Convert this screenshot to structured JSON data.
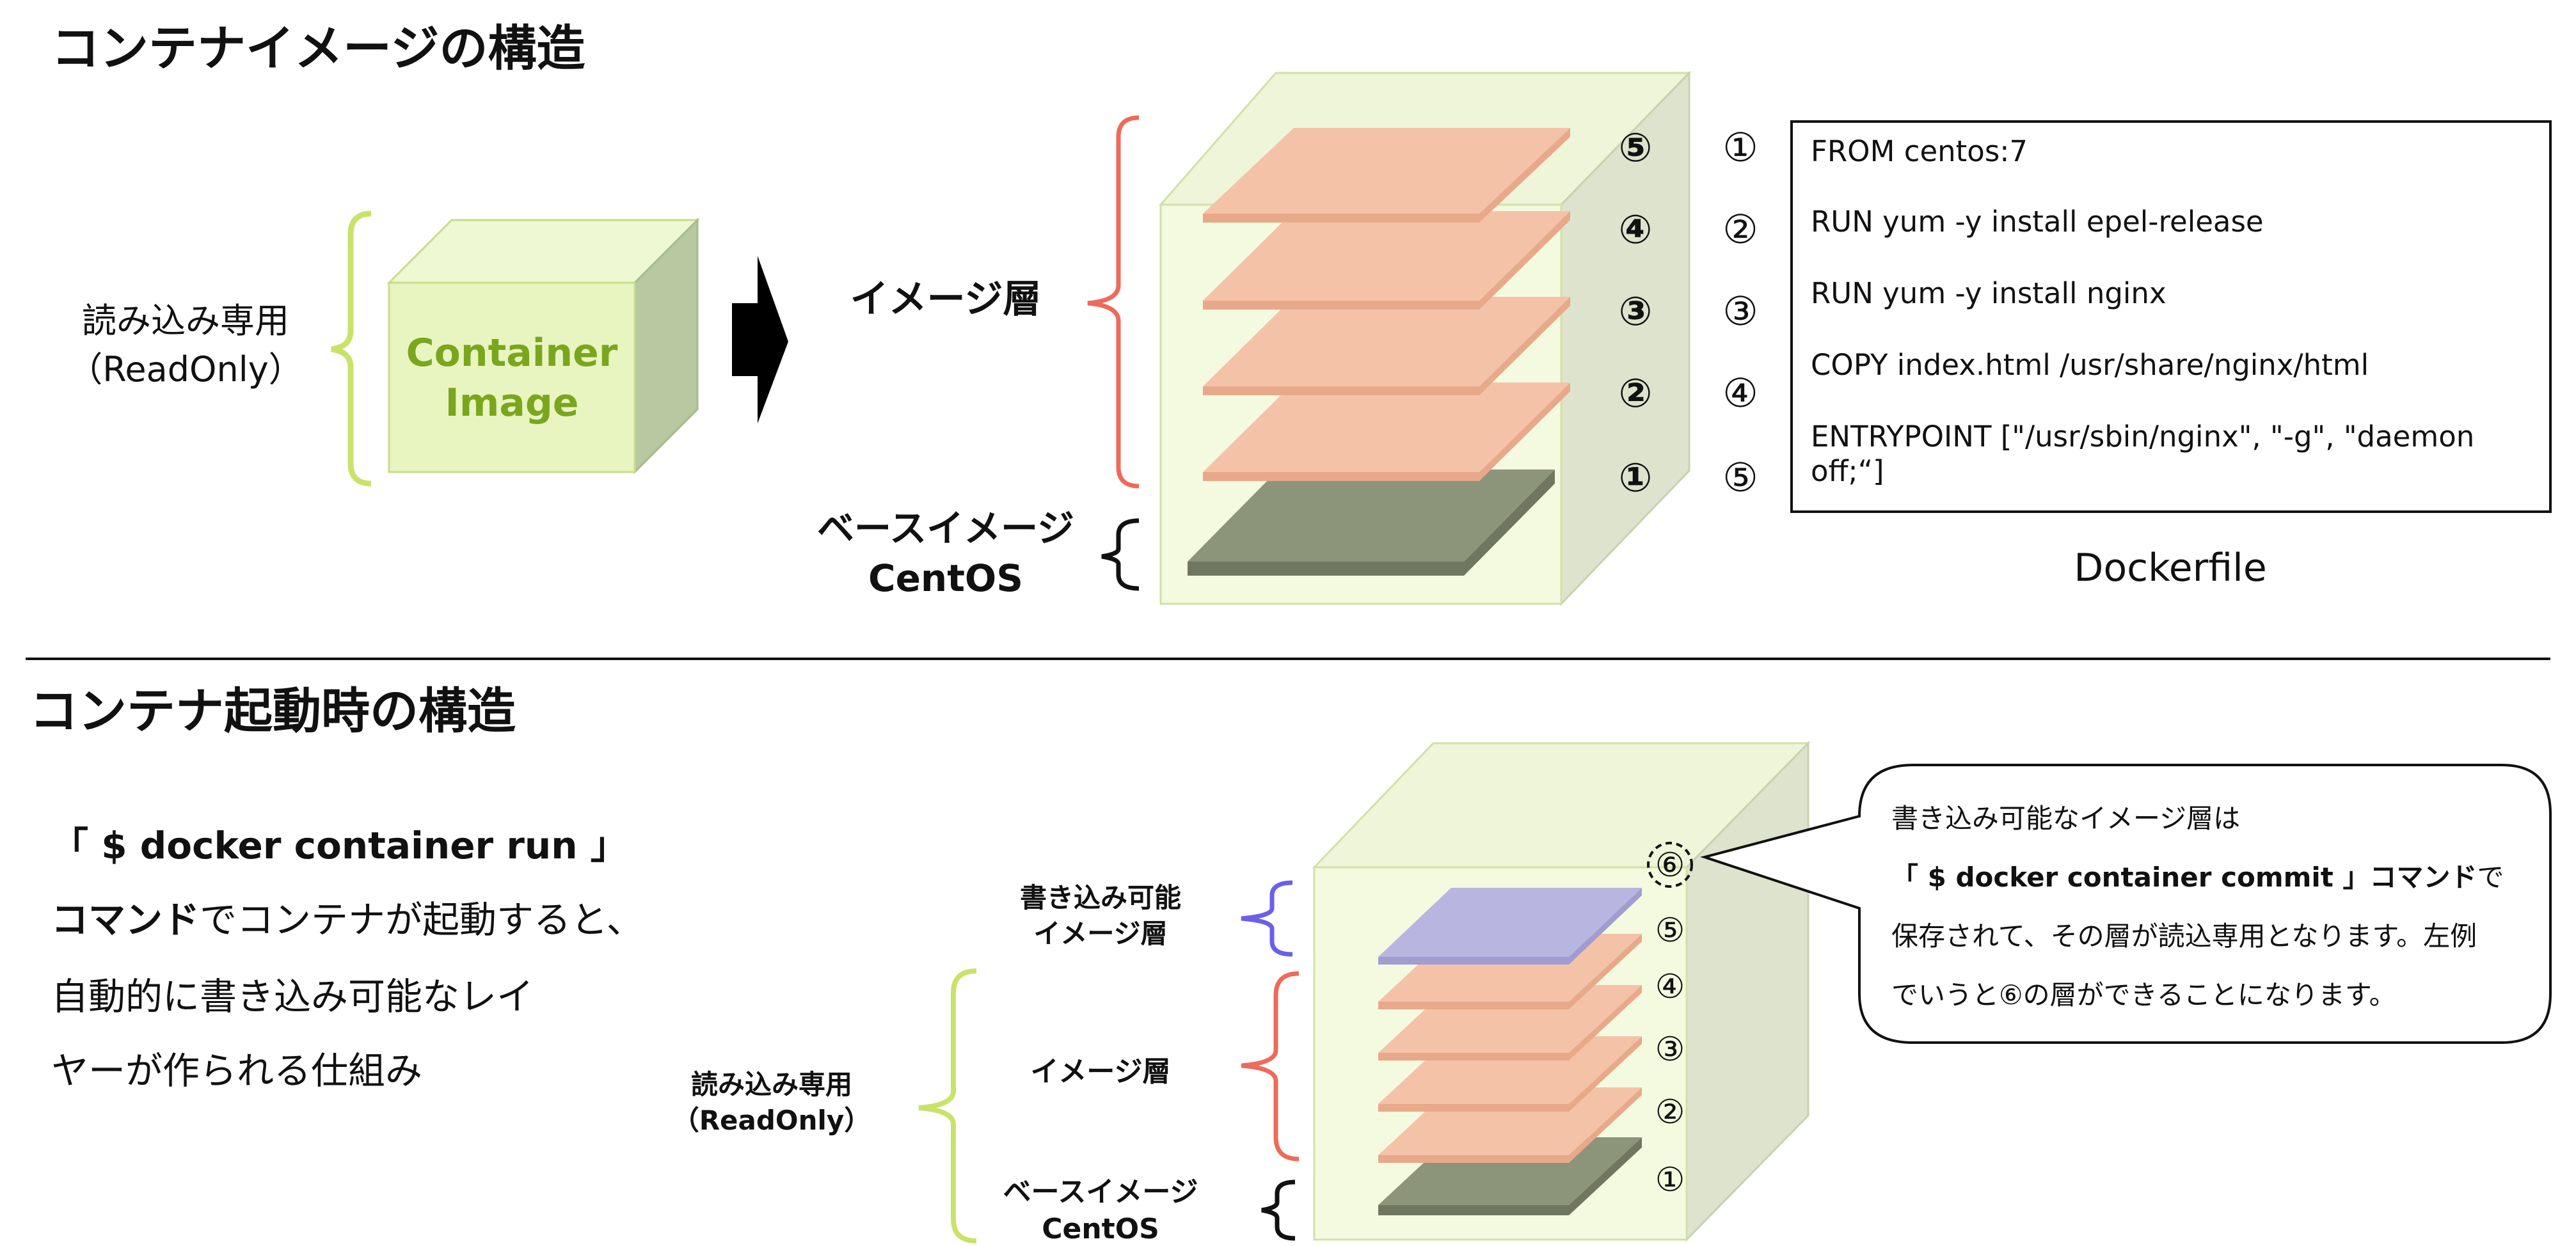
{
  "top": {
    "title": "コンテナイメージの構造",
    "readonly_label": "読み込み専用",
    "readonly_label_en": "（ReadOnly）",
    "container_line1": "Container",
    "container_line2": "Image",
    "image_layer_label": "イメージ層",
    "base_label_line1": "ベースイメージ",
    "base_label_line2": "CentOS",
    "layer_numbers": [
      "⑤",
      "④",
      "③",
      "②",
      "①"
    ],
    "step_numbers": [
      "①",
      "②",
      "③",
      "④",
      "⑤"
    ],
    "dockerfile_lines": [
      "FROM centos:7",
      "RUN yum -y install epel-release",
      "RUN yum -y install nginx",
      "COPY index.html /usr/share/nginx/html",
      "ENTRYPOINT [\"/usr/sbin/nginx\", \"-g\", \"daemon",
      "off;“]"
    ],
    "dockerfile_caption": "Dockerfile"
  },
  "bottom": {
    "title": "コンテナ起動時の構造",
    "desc_line1": "「 $ docker container run 」",
    "desc_line2_bold": "コマンド",
    "desc_line2_rest": "でコンテナが起動すると、",
    "desc_line3": "自動的に書き込み可能なレイ",
    "desc_line4": "ヤーが作られる仕組み",
    "writable_label_line1": "書き込み可能",
    "writable_label_line2": "イメージ層",
    "readonly_label_line1": "読み込み専用",
    "readonly_label_line2": "（ReadOnly）",
    "image_layer_label": "イメージ層",
    "base_label_line1": "ベースイメージ",
    "base_label_line2": "CentOS",
    "layer_numbers": [
      "⑥",
      "⑤",
      "④",
      "③",
      "②",
      "①"
    ],
    "callout_line1": "書き込み可能なイメージ層は",
    "callout_line2_bold": "「 $ docker container commit 」コマンド",
    "callout_line2_rest": "で",
    "callout_line3": "保存されて、その層が読込専用となります。左例",
    "callout_line4": "でいうと⑥の層ができることになります。"
  },
  "colors": {
    "layer_orange": "#f4c3a7",
    "layer_orange_edge": "#e8a98a",
    "base_gray": "#8c957a",
    "base_gray_dark": "#6f7760",
    "writable_purple": "#b8b6e0",
    "box_light_green": "#f4fadf",
    "box_side_green": "#dde3cc",
    "container_face": "#e8f5c0",
    "container_side": "#b8c8a0",
    "container_text": "#7aa61e",
    "bracket_lime": "#c9e36a",
    "bracket_red": "#ee6a5a",
    "bracket_purple": "#6a60e8",
    "divider": "#111111"
  }
}
